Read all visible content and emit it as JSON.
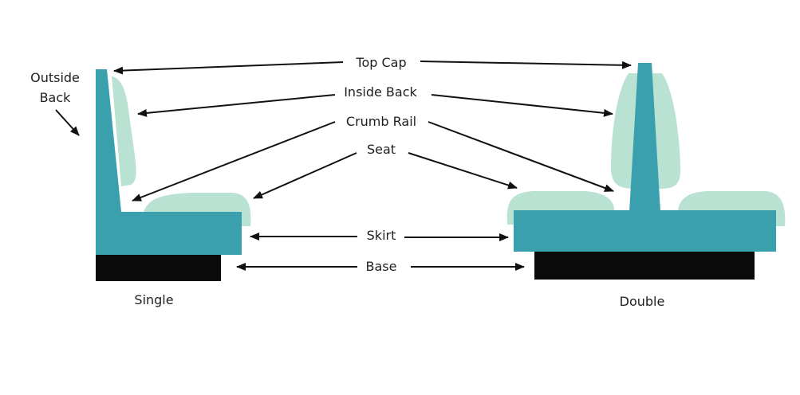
{
  "colors": {
    "teal": "#3aa0ae",
    "cushion": "#b9e2d2",
    "base": "#0b0b0b",
    "text": "#1f1f1f",
    "background": "#ffffff"
  },
  "labels": {
    "outside_back_line1": "Outside",
    "outside_back_line2": "Back",
    "top_cap": "Top Cap",
    "inside_back": "Inside Back",
    "crumb_rail": "Crumb Rail",
    "seat": "Seat",
    "skirt": "Skirt",
    "base": "Base",
    "single": "Single",
    "double": "Double"
  }
}
